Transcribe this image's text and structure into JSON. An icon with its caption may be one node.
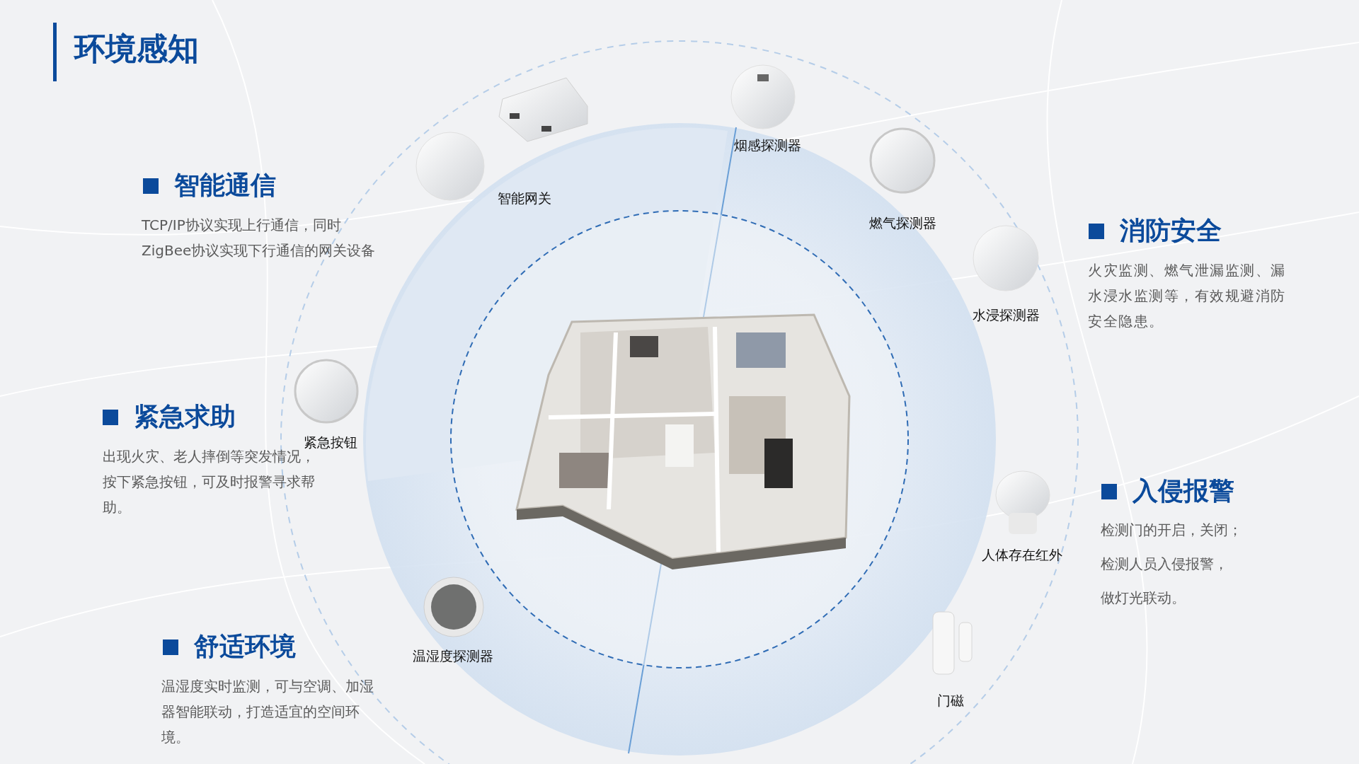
{
  "diagram": {
    "title": "环境感知",
    "labels": [
      "智能通信",
      "TCP/IP协议实现上行通信，同时ZigBee协议实现下行通信的网关设备",
      "智能网关",
      "烟感探测器",
      "燃气探测器",
      "消防安全",
      "火灾监测、燃气泄漏监测、漏水浸水监测等，有效规避消防安全隐患。",
      "水浸探测器",
      "紧急求助",
      "紧急按钮",
      "出现火灾、老人摔倒等突发情况，按下紧急按钮，可及时报警寻求帮助。",
      "入侵报警",
      "人体存在红外",
      "检测门的开启，关闭；",
      "检测人员入侵报警，",
      "做灯光联动。",
      "舒适环境",
      "温湿度探测器",
      "温湿度实时监测，可与空调、加湿器智能联动，打造适宜的空间环境。",
      "门磁"
    ]
  }
}
